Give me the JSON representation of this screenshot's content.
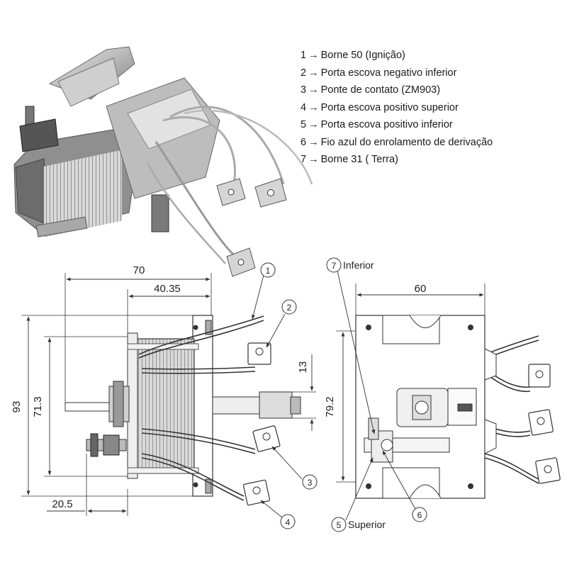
{
  "legend": [
    {
      "num": "1",
      "arrow": "→",
      "text": "Borne 50 (Ignição)"
    },
    {
      "num": "2",
      "arrow": "→",
      "text": "Porta escova negativo inferior"
    },
    {
      "num": "3",
      "arrow": "→",
      "text": "Ponte de contato (ZM903)"
    },
    {
      "num": "4",
      "arrow": "→",
      "text": "Porta escova positivo superior"
    },
    {
      "num": "5",
      "arrow": "→",
      "text": "Porta escova positivo inferior"
    },
    {
      "num": "6",
      "arrow": "→",
      "text": "Fio azul do enrolamento de derivação"
    },
    {
      "num": "7",
      "arrow": "→",
      "text": "Borne 31 ( Terra)"
    }
  ],
  "side_view": {
    "dim_70": "70",
    "dim_40_35": "40.35",
    "dim_93": "93",
    "dim_71_3": "71.3",
    "dim_13": "13",
    "dim_20_5": "20.5",
    "callouts": [
      "1",
      "2",
      "3",
      "4"
    ]
  },
  "end_view": {
    "dim_60": "60",
    "dim_79_2": "79.2",
    "label_inferior": "Inferior",
    "label_superior": "Superior",
    "callouts": [
      "7",
      "5",
      "6"
    ]
  }
}
